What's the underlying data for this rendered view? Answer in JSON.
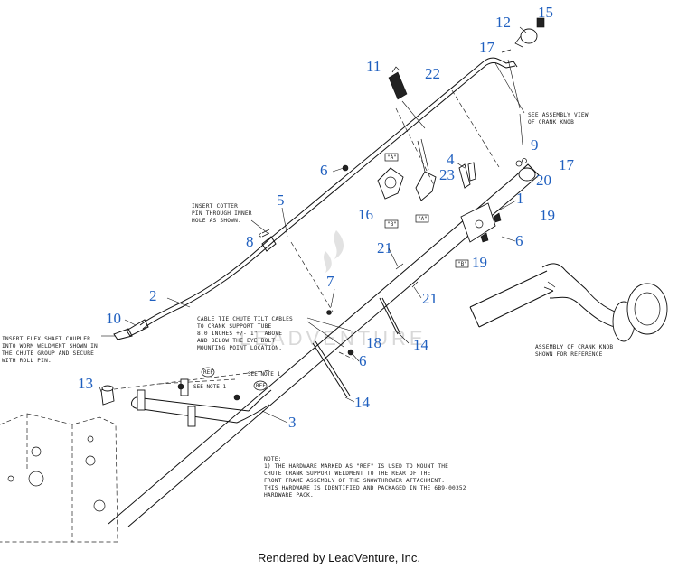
{
  "footer": "Rendered by LeadVenture, Inc.",
  "watermark": "LEADVENTURE",
  "callouts": [
    {
      "label": "1"
    },
    {
      "label": "2"
    },
    {
      "label": "3"
    },
    {
      "label": "4"
    },
    {
      "label": "5"
    },
    {
      "label": "6"
    },
    {
      "label": "6"
    },
    {
      "label": "6"
    },
    {
      "label": "7"
    },
    {
      "label": "8"
    },
    {
      "label": "9"
    },
    {
      "label": "10"
    },
    {
      "label": "11"
    },
    {
      "label": "12"
    },
    {
      "label": "13"
    },
    {
      "label": "14"
    },
    {
      "label": "14"
    },
    {
      "label": "15"
    },
    {
      "label": "16"
    },
    {
      "label": "17"
    },
    {
      "label": "17"
    },
    {
      "label": "18"
    },
    {
      "label": "19"
    },
    {
      "label": "19"
    },
    {
      "label": "20"
    },
    {
      "label": "21"
    },
    {
      "label": "21"
    },
    {
      "label": "22"
    },
    {
      "label": "23"
    }
  ],
  "notes": {
    "crank_knob_view": [
      "SEE ASSEMBLY VIEW",
      "OF CRANK KNOB"
    ],
    "cotter_pin": [
      "INSERT COTTER",
      "PIN THROUGH INNER",
      "HOLE AS SHOWN."
    ],
    "flex_shaft": [
      "INSERT FLEX SHAFT COUPLER",
      "INTO WORM WELDMENT SHOWN IN",
      "THE CHUTE GROUP AND SECURE",
      "WITH ROLL PIN."
    ],
    "cable_tie": [
      "CABLE TIE CHUTE TILT CABLES",
      "TO CRANK SUPPORT TUBE",
      "8.0 INCHES +/- 1\". ABOVE",
      "AND BELOW THE EYE BOLT",
      "MOUNTING POINT LOCATION."
    ],
    "assembly_ref": [
      "ASSEMBLY OF CRANK KNOB",
      "SHOWN FOR REFERENCE"
    ],
    "hardware": [
      "NOTE:",
      "1) THE HARDWARE MARKED AS \"REF\" IS USED TO MOUNT THE",
      "   CHUTE CRANK SUPPORT WELDMENT TO THE REAR OF THE",
      "   FRONT FRAME ASSEMBLY OF THE SNOWTHROWER ATTACHMENT.",
      "   THIS HARDWARE IS IDENTIFIED AND PACKAGED IN THE 6B9-00352",
      "   HARDWARE PACK."
    ],
    "see_note_1": "SEE NOTE 1",
    "see_note_2": "SEE NOTE 1",
    "ref_1": "REF",
    "ref_2": "REF"
  },
  "tags": {
    "a1": "\"A\"",
    "b1": "\"B\"",
    "a2": "\"A\"",
    "b2": "\"B\""
  }
}
